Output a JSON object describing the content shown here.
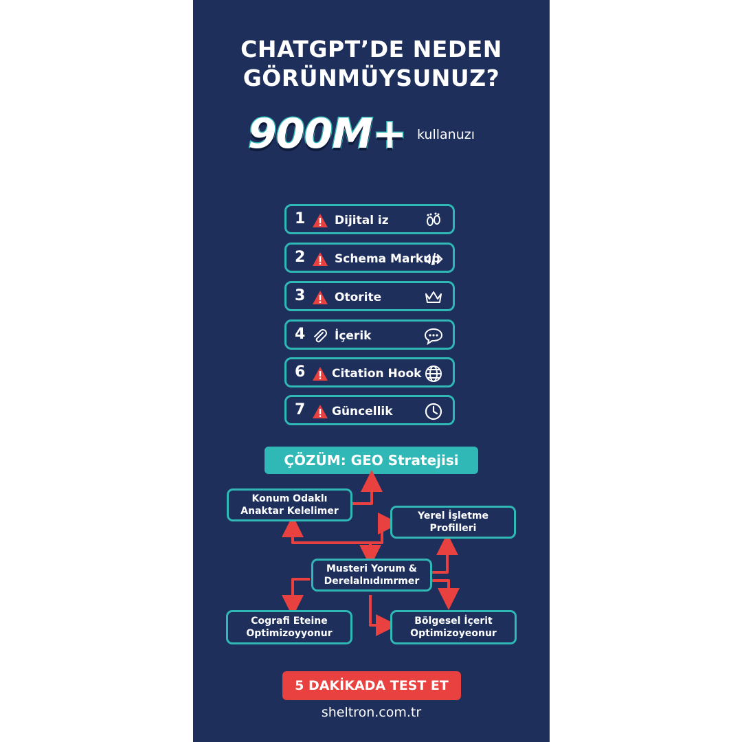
{
  "header": {
    "title_line1": "CHATGPT’DE NEDEN",
    "title_line2": "GÖRÜNMÜYSUNUZ?",
    "stat_value": "900M+",
    "stat_label": "kullanuzı"
  },
  "checklist": [
    {
      "number": "1",
      "label": "Dijital iz",
      "icon": "footprints-icon",
      "status_icon": "warning-icon"
    },
    {
      "number": "2",
      "label": "Schema Markup",
      "icon": "code-icon",
      "status_icon": "warning-icon"
    },
    {
      "number": "3",
      "label": "Otorite",
      "icon": "crown-icon",
      "status_icon": "warning-icon"
    },
    {
      "number": "4",
      "label": "İçerik",
      "icon": "chat-bubble-icon",
      "status_icon": "paperclip-icon"
    },
    {
      "number": "6",
      "label": "Citation Hook",
      "icon": "globe-icon",
      "status_icon": "warning-icon"
    },
    {
      "number": "7",
      "label": "Güncellik",
      "icon": "clock-icon",
      "status_icon": "warning-icon"
    }
  ],
  "solution": {
    "title": "ÇÖZÜM: GEO Stratejisi",
    "nodes": {
      "keywords": {
        "line1": "Konum Odaklı",
        "line2": "Anaktar Kelelimer"
      },
      "profiles": {
        "line1": "Yerel İşletme",
        "line2": "Profilleri"
      },
      "reviews": {
        "line1": "Musteri Yorum &",
        "line2": "Derelalnıdımrmer"
      },
      "geo_opt": {
        "line1": "Cografi Eteine",
        "line2": "Optimizoyyonur"
      },
      "regional": {
        "line1": "Bölgesel İçerit",
        "line2": "Optimizoyeonur"
      }
    }
  },
  "cta": {
    "label": "5 DAKİKADA TEST ET"
  },
  "footer": {
    "site": "sheltron.com.tr"
  },
  "colors": {
    "background": "#1e2f5c",
    "accent": "#2fb8b5",
    "alert": "#e8413f",
    "text": "#ffffff"
  }
}
